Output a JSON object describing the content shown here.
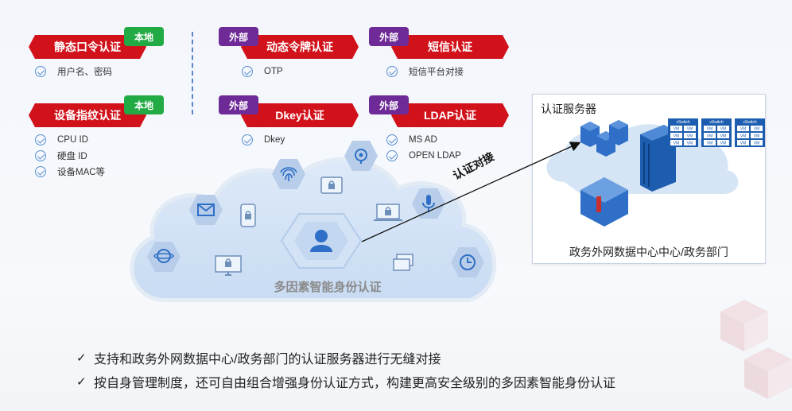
{
  "methods": [
    {
      "title": "静态口令认证",
      "tag": "本地",
      "items": [
        "用户名、密码"
      ]
    },
    {
      "title": "设备指纹认证",
      "tag": "本地",
      "items": [
        "CPU ID",
        "硬盘 ID",
        "设备MAC等"
      ]
    },
    {
      "title": "动态令牌认证",
      "tag": "外部",
      "items": [
        "OTP"
      ]
    },
    {
      "title": "Dkey认证",
      "tag": "外部",
      "items": [
        "Dkey"
      ]
    },
    {
      "title": "短信认证",
      "tag": "外部",
      "items": [
        "短信平台对接"
      ]
    },
    {
      "title": "LDAP认证",
      "tag": "外部",
      "items": [
        "MS AD",
        "OPEN LDAP"
      ]
    }
  ],
  "cloud": {
    "label": "多因素智能身份认证"
  },
  "arrow_label": "认证对接",
  "server": {
    "title": "认证服务器",
    "caption": "政务外网数据中心中心/政务部门",
    "switch_label": "vSwitch",
    "vm_label": "VM"
  },
  "bullets": [
    "支持和政务外网数据中心/政务部门的认证服务器进行无缝对接",
    "按自身管理制度，还可自由组合增强身份认证方式，构建更高安全级别的多因素智能身份认证"
  ],
  "colors": {
    "banner": "#d2121b",
    "local_tag": "#22aa44",
    "external_tag": "#6e2a96",
    "accent": "#2f6fc7"
  }
}
